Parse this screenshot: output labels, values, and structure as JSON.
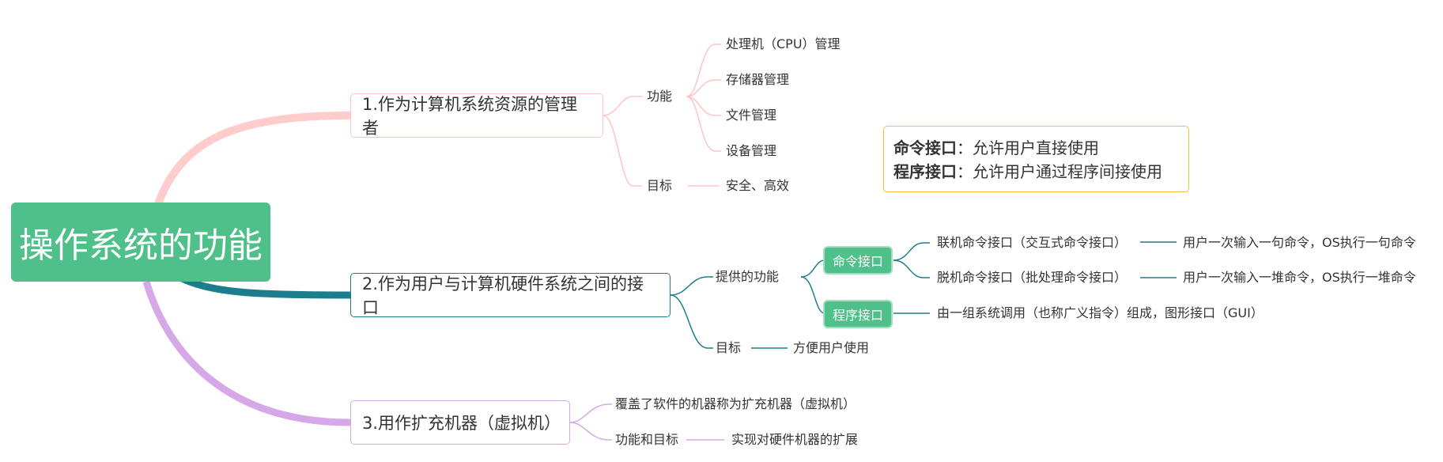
{
  "root": {
    "label": "操作系统的功能"
  },
  "branch1": {
    "label": "1.作为计算机系统资源的管理者",
    "function_label": "功能",
    "functions": [
      "处理机（CPU）管理",
      "存储器管理",
      "文件管理",
      "设备管理"
    ],
    "goal_label": "目标",
    "goal_value": "安全、高效"
  },
  "branch2": {
    "label": "2.作为用户与计算机硬件系统之间的接口",
    "provides_label": "提供的功能",
    "command_interface": "命令接口",
    "online_command": "联机命令接口（交互式命令接口）",
    "online_desc": "用户一次输入一句命令，OS执行一句命令",
    "offline_command": "脱机命令接口（批处理命令接口）",
    "offline_desc": "用户一次输入一堆命令，OS执行一堆命令",
    "program_interface": "程序接口",
    "program_desc": "由一组系统调用（也称广义指令）组成，图形接口（GUI）",
    "goal_label": "目标",
    "goal_value": "方便用户使用"
  },
  "branch3": {
    "label": "3.用作扩充机器（虚拟机）",
    "note_item": "覆盖了软件的机器称为扩充机器（虚拟机）",
    "goal_label": "功能和目标",
    "goal_value": "实现对硬件机器的扩展"
  },
  "note": {
    "line1_key": "命令接口",
    "line1_text": "：允许用户直接使用",
    "line2_key": "程序接口",
    "line2_text": "：允许用户通过程序间接使用"
  },
  "colors": {
    "root": "#50c08a",
    "branch1": "#ffc5c5",
    "branch2": "#1e7d8c",
    "branch3": "#d6a8e8",
    "note_border": "#f0c040"
  }
}
